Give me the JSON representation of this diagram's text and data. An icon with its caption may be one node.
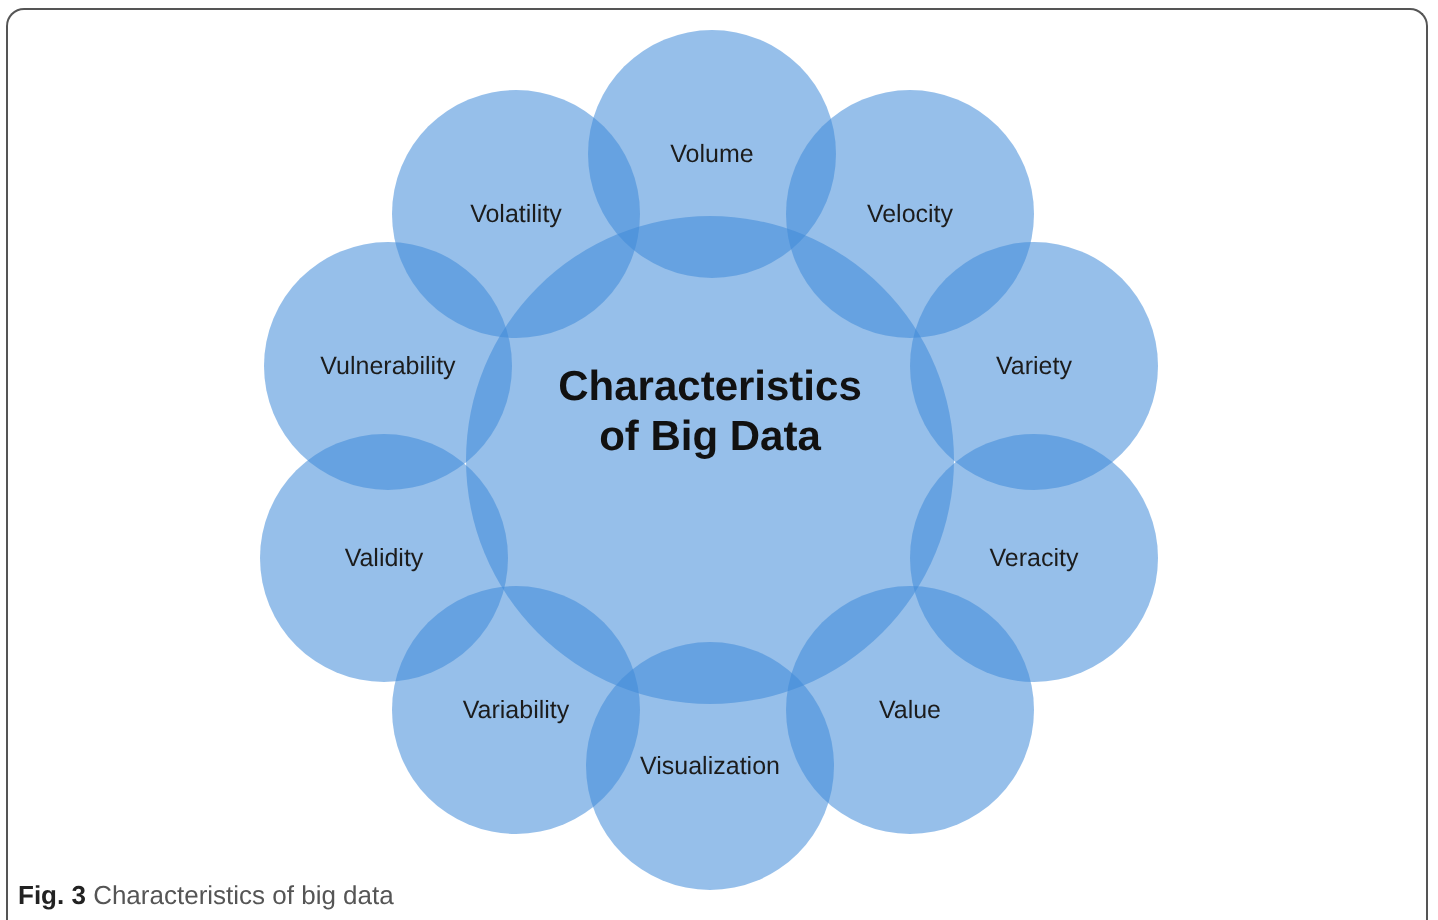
{
  "diagram": {
    "caption": "**Fig. 3** Characteristics of big data",
    "nodes": [
      {
        "text": [
          "Characteristics of Big Data"
        ]
      },
      {
        "text": [
          "Volume"
        ]
      },
      {
        "text": [
          "Velocity"
        ]
      },
      {
        "text": [
          "Variety"
        ]
      },
      {
        "text": [
          "Veracity"
        ]
      },
      {
        "text": [
          "Value"
        ]
      },
      {
        "text": [
          "Visualization"
        ]
      },
      {
        "text": [
          "Variability"
        ]
      },
      {
        "text": [
          "Validity"
        ]
      },
      {
        "text": [
          "Vulnerability"
        ]
      },
      {
        "text": [
          "Volatility"
        ]
      }
    ]
  }
}
